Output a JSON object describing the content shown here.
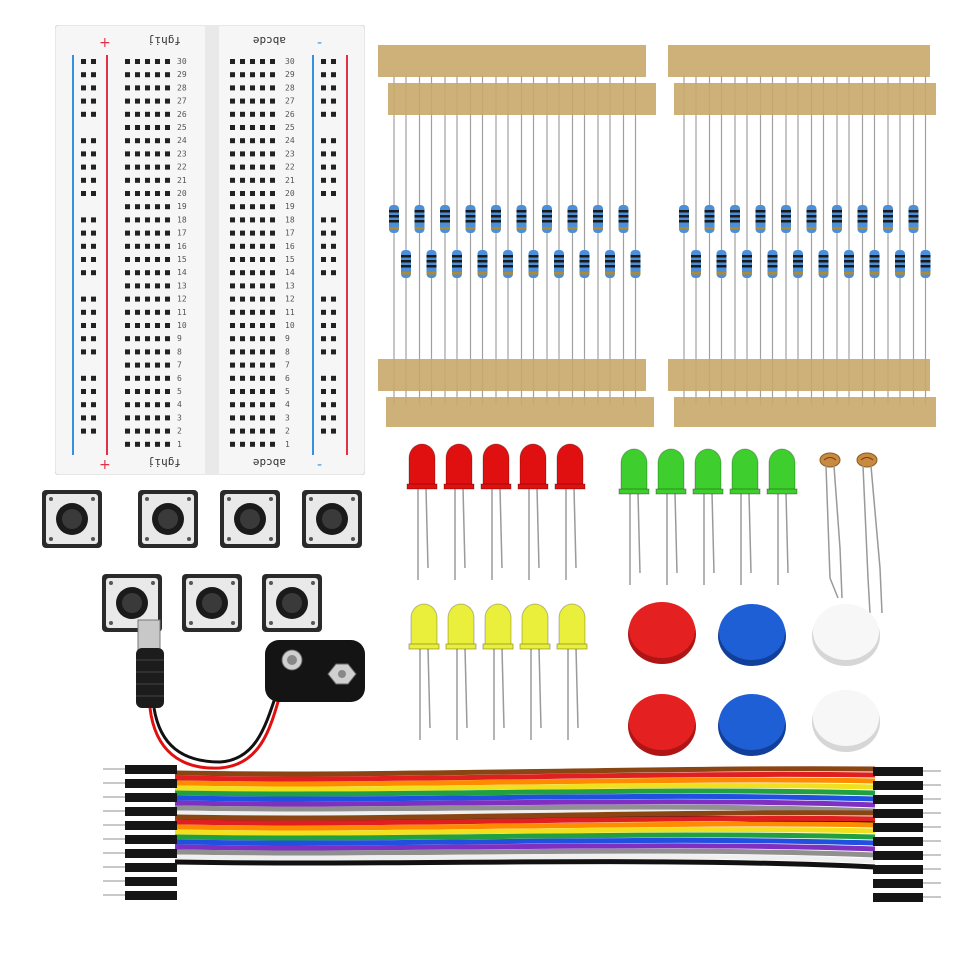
{
  "breadboard": {
    "col_letters_left": "fghij",
    "col_letters_right": "abcde",
    "plus_sign": "+",
    "minus_sign": "-",
    "row_numbers": [
      "30",
      "29",
      "28",
      "27",
      "26",
      "25",
      "24",
      "23",
      "22",
      "21",
      "20",
      "19",
      "18",
      "17",
      "16",
      "15",
      "14",
      "13",
      "12",
      "11",
      "10",
      "9",
      "8",
      "7",
      "6",
      "5",
      "4",
      "3",
      "2",
      "1"
    ]
  },
  "colors": {
    "tape": "#c9a86a",
    "led_red": "#e01010",
    "led_green": "#3ecf2e",
    "led_yellow": "#e9ef3a",
    "cap_red": "#e52020",
    "cap_blue": "#1f5fd6",
    "cap_white": "#f4f4f4",
    "wire_colors": [
      "#8b4513",
      "#e02020",
      "#ff8c00",
      "#f0e020",
      "#20a040",
      "#2050e0",
      "#8030c0",
      "#909090",
      "#f0f0f0",
      "#111111"
    ]
  },
  "icons": [
    "breadboard",
    "resistor",
    "led",
    "photoresistor",
    "tactile-switch",
    "button-cap",
    "dc-jack-cable",
    "battery-snap",
    "jumper-wires"
  ]
}
